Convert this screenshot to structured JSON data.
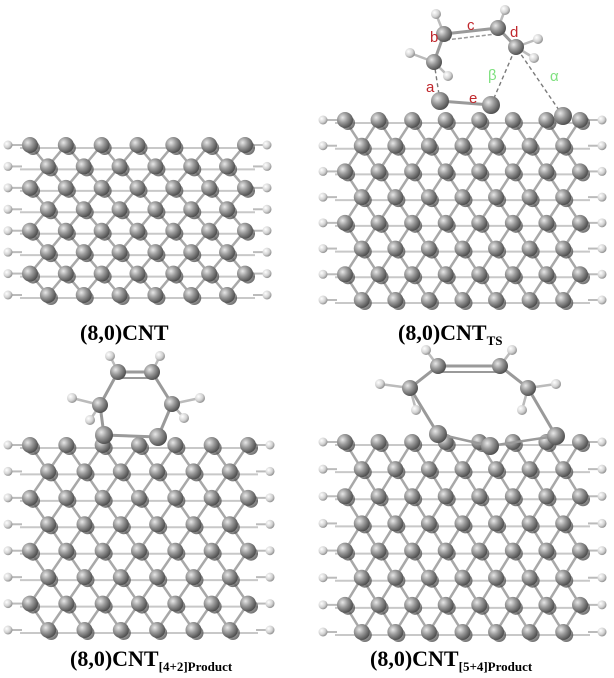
{
  "panels": [
    {
      "id": "cnt",
      "caption_main": "(8,0)CNT",
      "caption_sub": ""
    },
    {
      "id": "ts",
      "caption_main": "(8,0)CNT",
      "caption_sub": "TS"
    },
    {
      "id": "prod42",
      "caption_main": "(8,0)CNT",
      "caption_sub": "[4+2]Product"
    },
    {
      "id": "prod54",
      "caption_main": "(8,0)CNT",
      "caption_sub": "[5+4]Product"
    }
  ],
  "ts_labels": {
    "a": "a",
    "b": "b",
    "c": "c",
    "d": "d",
    "e": "e",
    "beta": "β",
    "alpha": "α"
  },
  "colors": {
    "carbon": "#8c8c8c",
    "hydrogen": "#dcdcdc",
    "bond": "#b4b4b4",
    "atom_label": "#c0282d",
    "bond_label": "#7fe07f"
  }
}
